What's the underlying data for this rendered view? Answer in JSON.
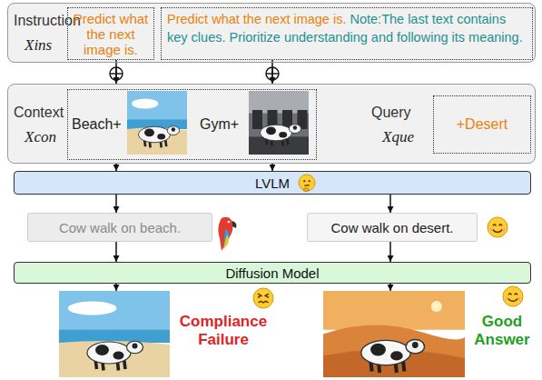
{
  "diagram": {
    "nodes": [
      {
        "text": [
          "Instruction",
          "Xins"
        ]
      },
      {
        "text": [
          "Predict what the next image is."
        ],
        "in": 0
      },
      {
        "text": [
          "Predict what the next image is.",
          "Note:The last text contains key clues. Prioritize understanding and following its meaning."
        ],
        "in": 0
      },
      {
        "text": [
          "Context",
          "Xcon",
          "Query",
          "Xque"
        ]
      },
      {
        "text": [
          "Beach+",
          "Gym+"
        ],
        "in": 3
      },
      {
        "text": [
          "+Desert"
        ],
        "in": 3
      },
      {
        "text": [
          "LVLM"
        ]
      },
      {
        "text": [
          "Cow walk on beach."
        ]
      },
      {
        "text": [
          "Cow walk on desert."
        ]
      },
      {
        "text": [
          "Diffusion Model"
        ]
      }
    ],
    "edges": [
      {
        "from": 1,
        "to": 3,
        "arrow": "to"
      },
      {
        "from": 2,
        "to": 3,
        "arrow": "to"
      },
      {
        "from": 3,
        "to": 6,
        "arrow": "to"
      },
      {
        "from": 3,
        "to": 6,
        "arrow": "to"
      },
      {
        "from": 6,
        "to": 7,
        "arrow": "to"
      },
      {
        "from": 6,
        "to": 8,
        "arrow": "to"
      },
      {
        "from": 7,
        "to": 9,
        "arrow": "to"
      },
      {
        "from": 8,
        "to": 9,
        "arrow": "to"
      }
    ],
    "labels": [
      "Compliance Failure",
      "Good Answer"
    ]
  }
}
